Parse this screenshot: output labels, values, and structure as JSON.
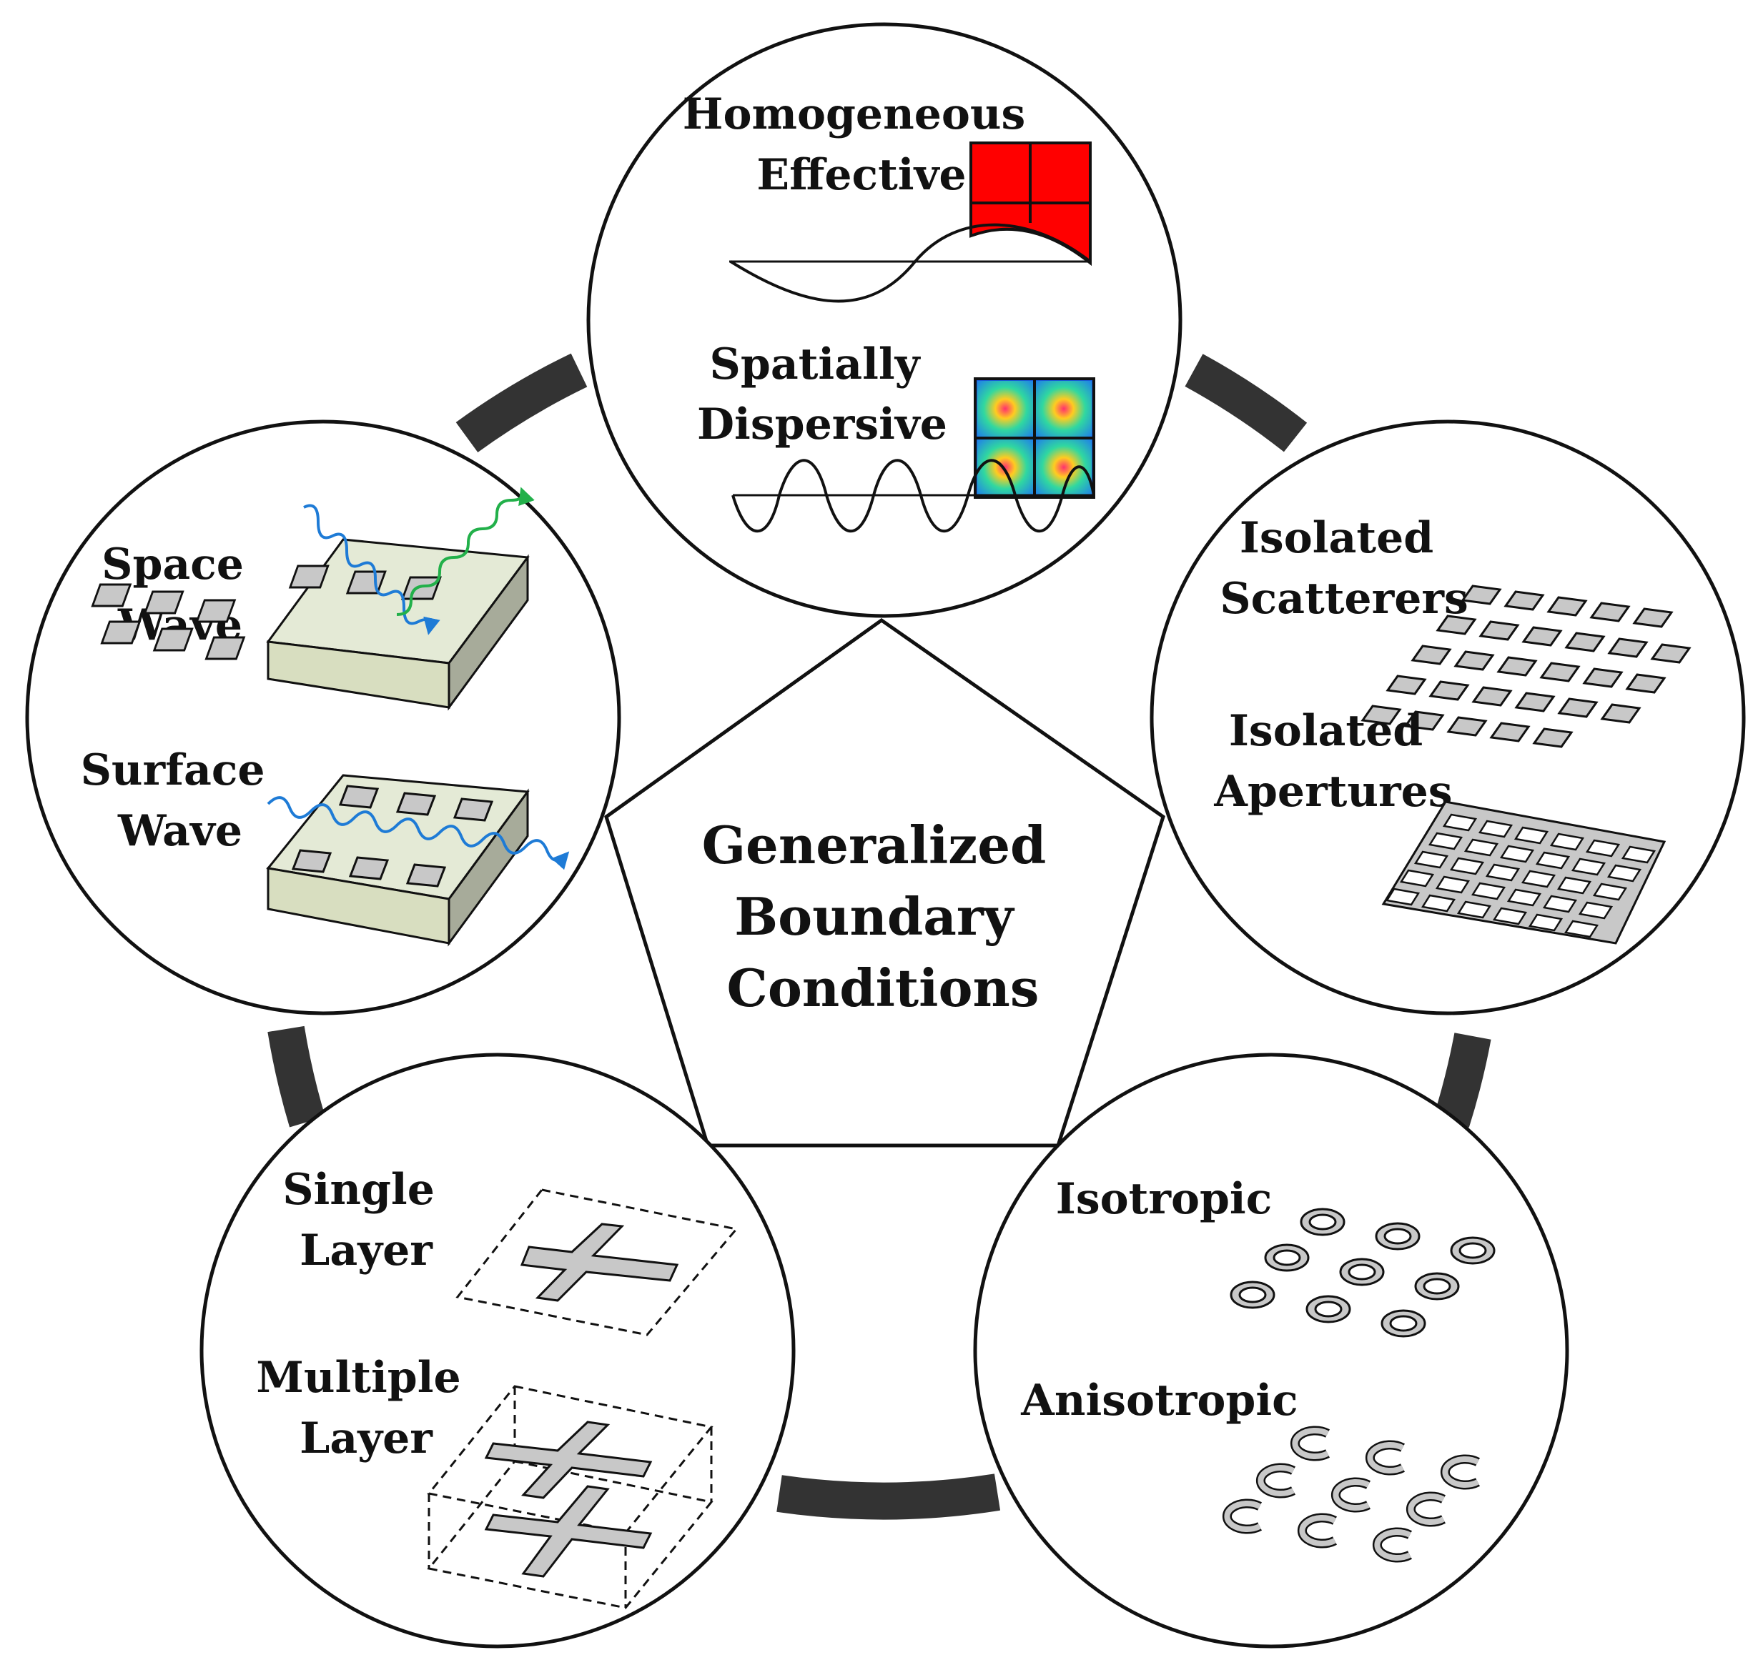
{
  "center": {
    "lines": [
      "Generalized",
      "Boundary",
      "Conditions"
    ]
  },
  "top": {
    "homogeneous": [
      "Homogeneous",
      "Effective"
    ],
    "spatial": [
      "Spatially",
      "Dispersive"
    ]
  },
  "right": {
    "scatterers": [
      "Isolated",
      "Scatterers"
    ],
    "apertures": [
      "Isolated",
      "Apertures"
    ]
  },
  "bottom_right": {
    "isotropic": "Isotropic",
    "anisotropic": "Anisotropic"
  },
  "bottom_left": {
    "single": [
      "Single",
      "Layer"
    ],
    "multiple": [
      "Multiple",
      "Layer"
    ]
  },
  "left": {
    "space": [
      "Space",
      "Wave"
    ],
    "surface": [
      "Surface",
      "Wave"
    ]
  },
  "colors": {
    "ring_arc": "#333333",
    "homogeneous_fill": "#ff0000",
    "space_wave_in": "#1e7bd6",
    "space_wave_out": "#22b04a",
    "surface_wave": "#1e7bd6",
    "patch_gray": "#c8c8c8",
    "substrate": "#dfe8c8"
  }
}
